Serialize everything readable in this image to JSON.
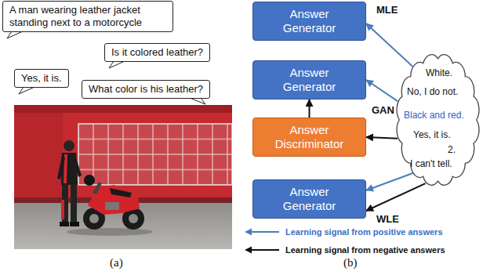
{
  "diagram": {
    "nodes": [
      {
        "text": [
          "A man wearing leather jacket standing next to a motorcycle"
        ]
      },
      {
        "text": [
          "Is it colored leather?"
        ]
      },
      {
        "text": [
          "Yes, it is."
        ]
      },
      {
        "text": [
          "What color is his leather?"
        ]
      },
      {
        "text": [
          "Answer Generator"
        ]
      },
      {
        "text": [
          "Answer Generator"
        ]
      },
      {
        "text": [
          "Answer Discriminator"
        ]
      },
      {
        "text": [
          "Answer Generator"
        ]
      },
      {
        "text": [
          "White.",
          "No, I do not.",
          "Black and red.",
          "Yes, it is.",
          "2.",
          "I can't tell."
        ]
      }
    ],
    "edges": [
      {
        "from": 8,
        "to": 4,
        "arrow": "to"
      },
      {
        "from": 8,
        "to": 5,
        "arrow": "to"
      },
      {
        "from": 8,
        "to": 6,
        "arrow": "to"
      },
      {
        "from": 6,
        "to": 5,
        "arrow": "to"
      },
      {
        "from": 8,
        "to": 7,
        "arrow": "to"
      },
      {
        "from": 8,
        "to": 7,
        "arrow": "to"
      }
    ],
    "labels": [
      "MLE",
      "GAN",
      "WLE",
      "(a)",
      "(b)"
    ],
    "legend": [
      {
        "text": "Learning signal from positive answers"
      },
      {
        "text": "Learning signal from negative answers"
      }
    ]
  }
}
